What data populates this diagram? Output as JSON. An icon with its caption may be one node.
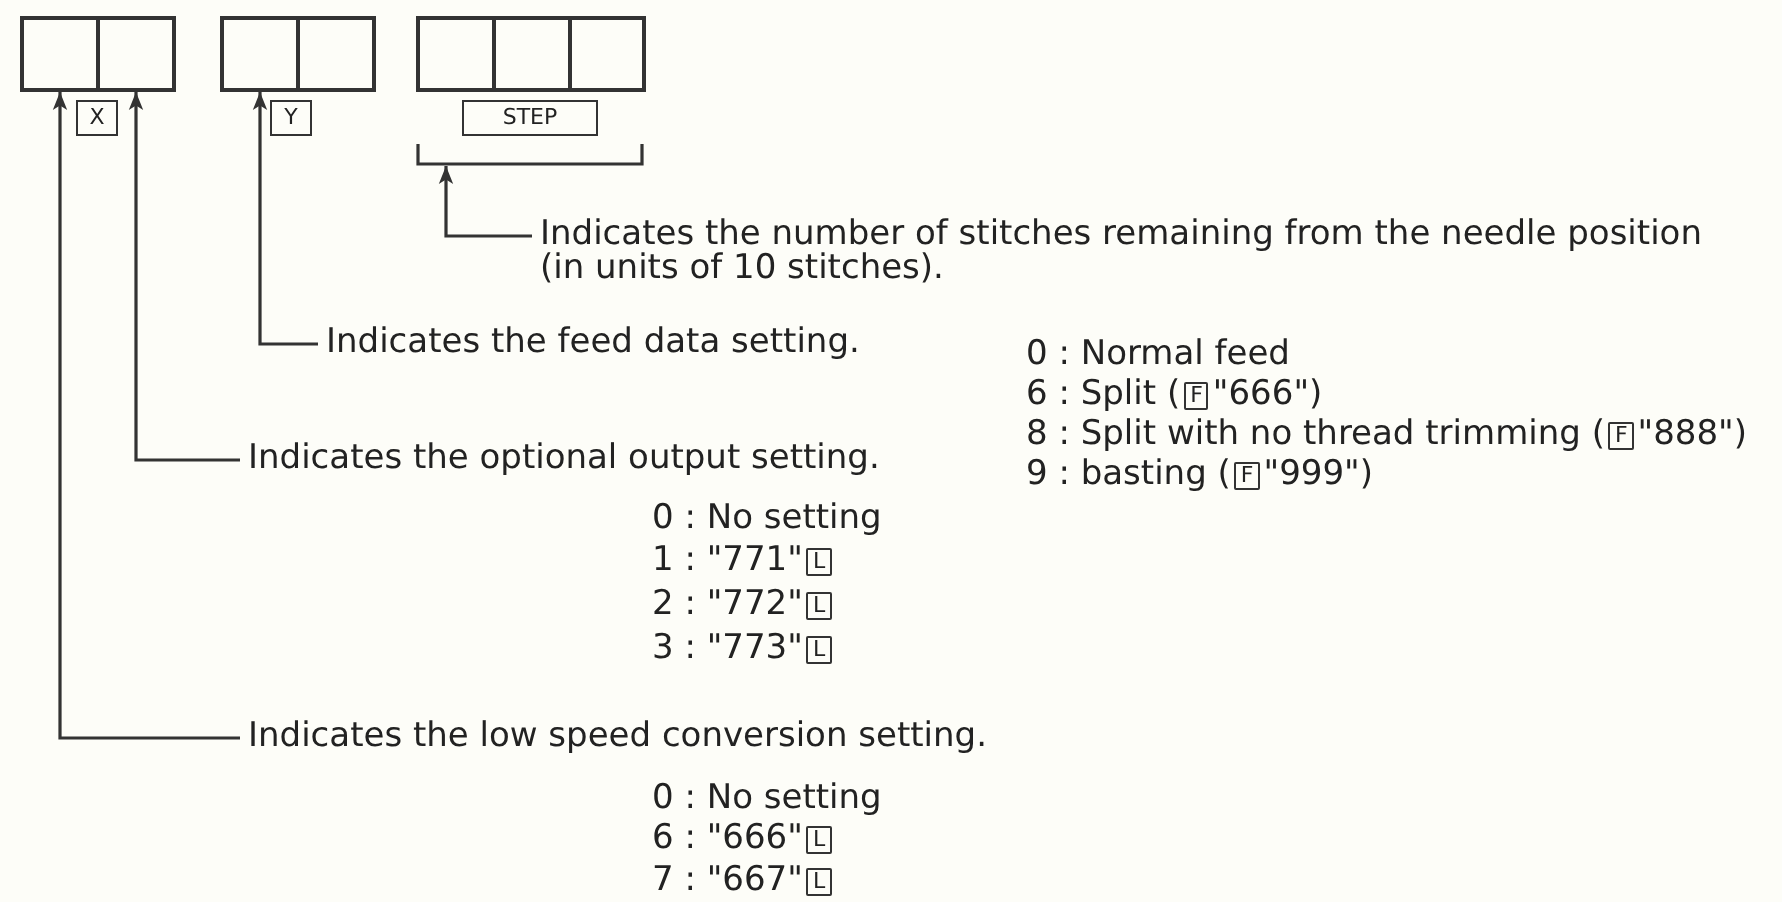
{
  "diagram": {
    "nodes": [
      {
        "text": [],
        "shape": "box"
      },
      {
        "text": [],
        "shape": "box"
      },
      {
        "text": [],
        "shape": "box"
      },
      {
        "text": [],
        "shape": "box"
      },
      {
        "text": [],
        "shape": "box"
      },
      {
        "text": [],
        "shape": "box"
      },
      {
        "text": [],
        "shape": "box"
      },
      {
        "text": [
          "X"
        ]
      },
      {
        "text": [
          "Y"
        ]
      },
      {
        "text": [
          "STEP"
        ]
      },
      {
        "text": [
          "Indicates the number of stitches remaining from the needle position (in units of 10 stitches)."
        ]
      },
      {
        "text": [
          "Indicates the feed data setting."
        ]
      },
      {
        "text": [
          "Indicates the optional output setting."
        ]
      },
      {
        "text": [
          "Indicates the low speed conversion setting."
        ]
      }
    ],
    "edges": [
      {
        "from": 10,
        "to": 9,
        "arrow": "to"
      },
      {
        "from": 11,
        "to": 2,
        "arrow": "to"
      },
      {
        "from": 12,
        "to": 1,
        "arrow": "to"
      },
      {
        "from": 13,
        "to": 0,
        "arrow": "to"
      }
    ],
    "labels": [
      "0 : Normal feed",
      "6 : Split (",
      "F",
      "\"666\")",
      "8 : Split with no thread trimming (",
      "F",
      "\"888\")",
      "9 : basting (",
      "F",
      "\"999\")",
      "0 : No setting",
      "1 : \"771\"",
      "L",
      "2 : \"772\"",
      "L",
      "3 : \"773\"",
      "L",
      "0 : No setting",
      "6 : \"666\"",
      "L",
      "7 : \"667\"",
      "L"
    ]
  }
}
